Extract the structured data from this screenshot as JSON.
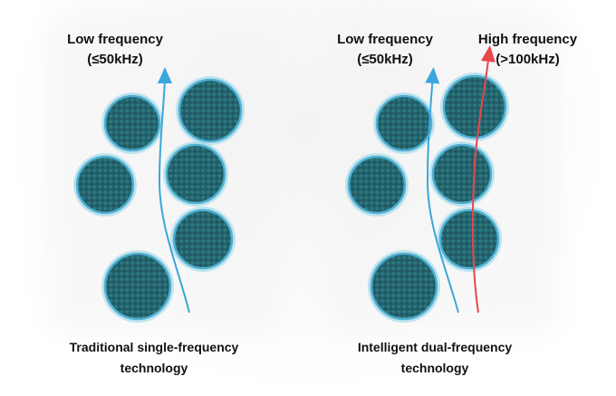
{
  "left_panel": {
    "freq_label_line1": "Low frequency",
    "freq_label_line2": "(≤50kHz)",
    "caption_line1": "Traditional single-frequency",
    "caption_line2": "technology"
  },
  "right_panel": {
    "low_label_line1": "Low frequency",
    "low_label_line2": "(≤50kHz)",
    "high_label_line1": "High frequency",
    "high_label_line2": "(>100kHz)",
    "caption_line1": "Intelligent dual-frequency",
    "caption_line2": "technology"
  },
  "colors": {
    "low_arrow": "#3aa6dc",
    "high_arrow": "#e8474a",
    "cell_fill": "#2b6f78",
    "cell_membrane": "#5ab9d8"
  }
}
